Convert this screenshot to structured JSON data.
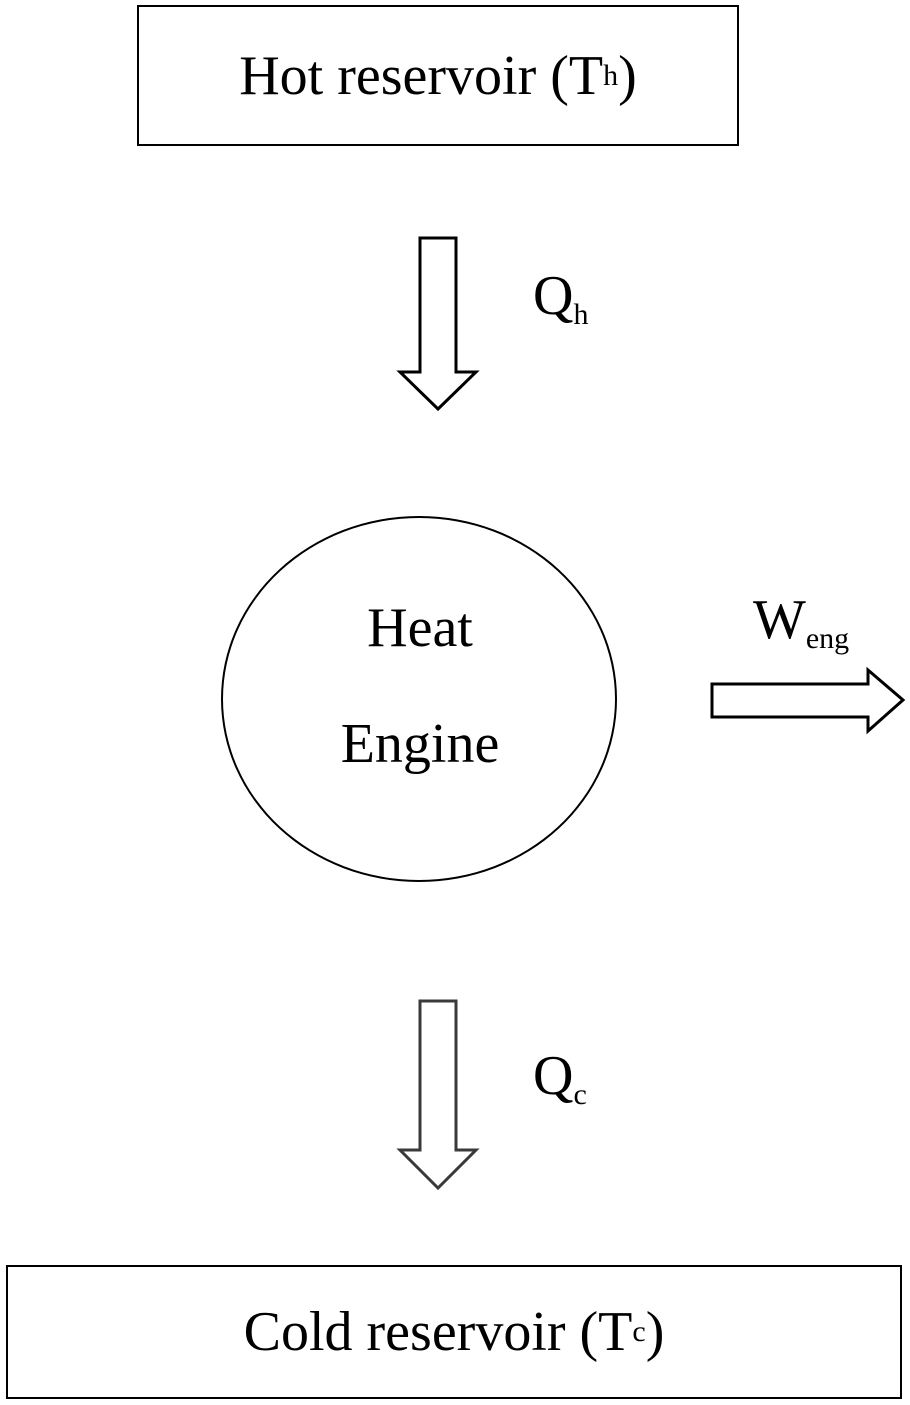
{
  "hot_reservoir": {
    "text": "Hot reservoir (T",
    "sub": "h",
    "close": ")"
  },
  "cold_reservoir": {
    "text": "Cold reservoir (T",
    "sub": "c",
    "close": ")"
  },
  "engine": {
    "line1": "Heat",
    "line2": "Engine"
  },
  "flows": {
    "q_hot": {
      "symbol": "Q",
      "sub": "h"
    },
    "q_cold": {
      "symbol": "Q",
      "sub": "c"
    },
    "work": {
      "symbol": "W",
      "sub": "eng"
    }
  },
  "colors": {
    "line": "#000000",
    "cold_arrow": "#3a3a3a",
    "background": "#ffffff"
  }
}
